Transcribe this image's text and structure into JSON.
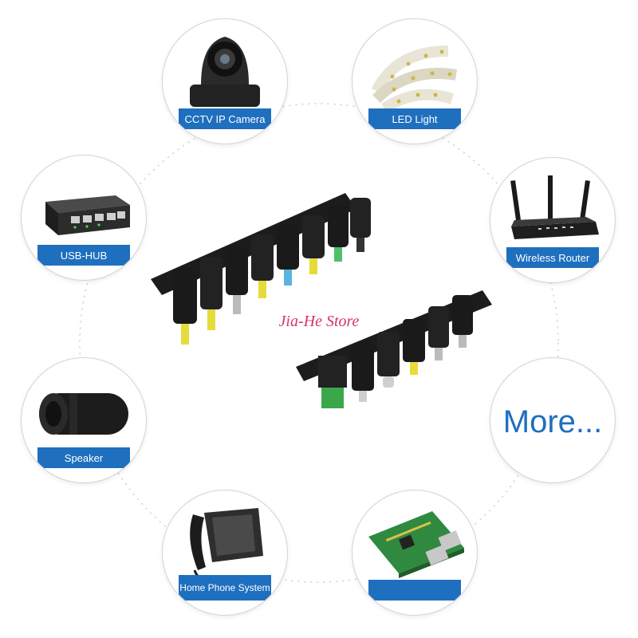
{
  "devices": {
    "cctv": {
      "label": "CCTV IP Camera",
      "icon": "cctv-camera-icon"
    },
    "led": {
      "label": "LED Light",
      "icon": "led-strip-icon"
    },
    "usb_hub": {
      "label": "USB-HUB",
      "icon": "network-switch-icon"
    },
    "router": {
      "label": "Wireless Router",
      "icon": "router-icon"
    },
    "speaker": {
      "label": "Speaker",
      "icon": "speaker-icon"
    },
    "more": {
      "label": "More...",
      "icon": ""
    },
    "phone": {
      "label": "Home Phone System",
      "icon": "desk-phone-icon"
    },
    "board": {
      "label": "",
      "icon": "circuit-board-icon"
    }
  },
  "watermark": "Jia-He Store",
  "colors": {
    "label_bg": "#1f6fbf",
    "accent": "#1f6fbf",
    "watermark": "#d6336c"
  }
}
